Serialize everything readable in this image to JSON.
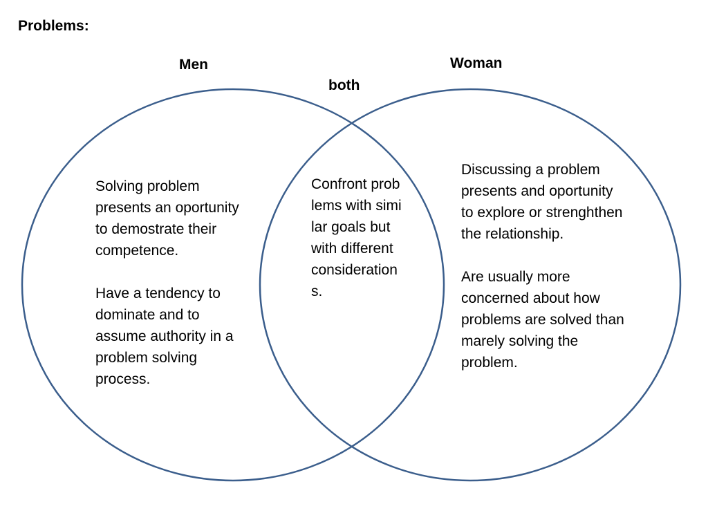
{
  "title": "Problems:",
  "colors": {
    "circle_stroke": "#3b5e8c",
    "text": "#000000",
    "background": "#ffffff"
  },
  "sets": {
    "men": {
      "label": "Men",
      "paragraphs": [
        "Solving problem presents an oportunity to demostrate their competence.",
        "Have a tendency to dominate and to assume authority in a problem solving process."
      ]
    },
    "woman": {
      "label": "Woman",
      "paragraphs": [
        "Discussing a problem presents and oportunity to explore or strenghthen the relationship.",
        "Are usually more concerned about how problems are solved than marely solving the problem."
      ]
    },
    "both": {
      "label": "both",
      "paragraphs": [
        "Confront problems with similar goals but with different considerations."
      ]
    }
  }
}
